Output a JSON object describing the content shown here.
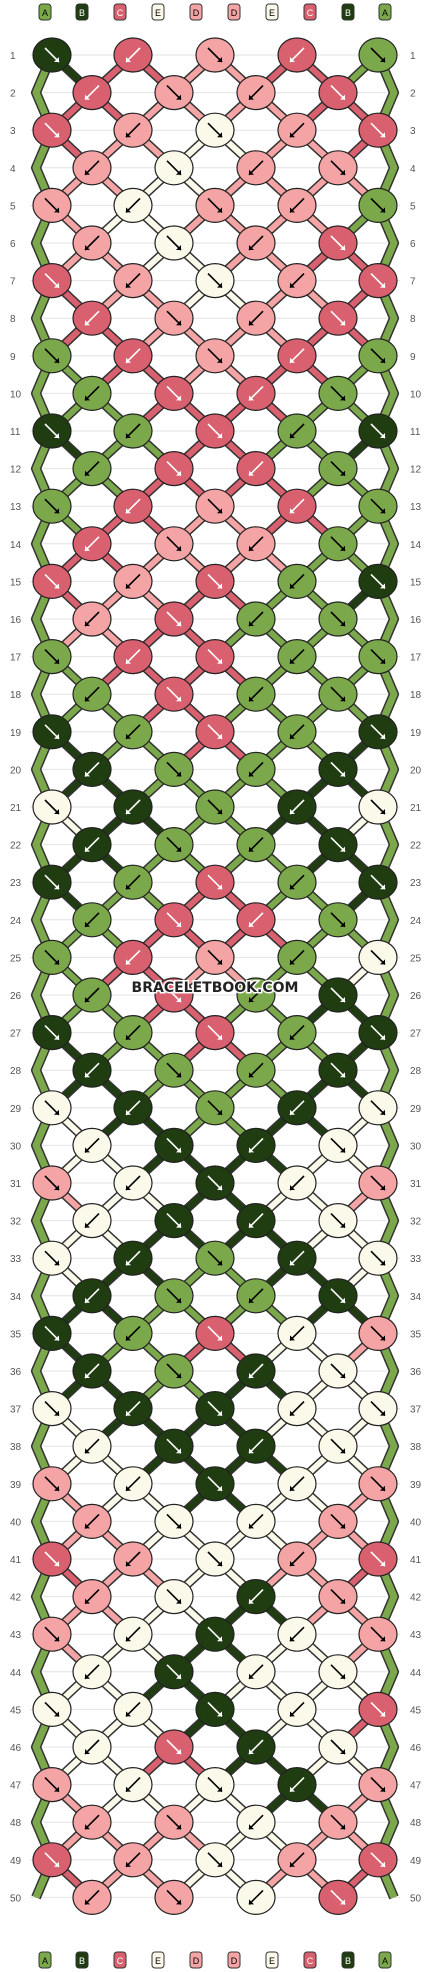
{
  "watermark": "BRACELETBOOK.COM",
  "colors": {
    "A": "#7ba84a",
    "B": "#1f3d10",
    "C": "#d9606f",
    "D": "#f4a4a4",
    "E": "#fbf9ea"
  },
  "strand_order": [
    "A",
    "B",
    "C",
    "E",
    "D",
    "D",
    "E",
    "C",
    "B",
    "A"
  ],
  "row_numbers": [
    "1",
    "2",
    "3",
    "4",
    "5",
    "6",
    "7",
    "8",
    "9",
    "10",
    "11",
    "12",
    "13",
    "14",
    "15",
    "16",
    "17",
    "18",
    "19",
    "20",
    "21",
    "22",
    "23",
    "24",
    "25",
    "26",
    "27",
    "28",
    "29",
    "30",
    "31",
    "32",
    "33",
    "34",
    "35",
    "36",
    "37",
    "38",
    "39",
    "40",
    "41",
    "42",
    "43",
    "44",
    "45",
    "46",
    "47",
    "48",
    "49",
    "50"
  ],
  "knot_rows": [
    [
      "B",
      "C",
      "D",
      "C",
      "A"
    ],
    [
      "C",
      "D",
      "D",
      "C"
    ],
    [
      "C",
      "D",
      "E",
      "D",
      "C"
    ],
    [
      "D",
      "E",
      "D",
      "D"
    ],
    [
      "D",
      "E",
      "D",
      "D",
      "A"
    ],
    [
      "D",
      "E",
      "D",
      "C"
    ],
    [
      "C",
      "D",
      "E",
      "D",
      "C"
    ],
    [
      "C",
      "D",
      "D",
      "C"
    ],
    [
      "A",
      "C",
      "D",
      "C",
      "A"
    ],
    [
      "A",
      "C",
      "C",
      "A"
    ],
    [
      "B",
      "A",
      "C",
      "A",
      "B"
    ],
    [
      "A",
      "C",
      "C",
      "A"
    ],
    [
      "A",
      "C",
      "D",
      "C",
      "A"
    ],
    [
      "C",
      "D",
      "D",
      "A"
    ],
    [
      "C",
      "D",
      "C",
      "A",
      "B"
    ],
    [
      "D",
      "C",
      "A",
      "A"
    ],
    [
      "A",
      "C",
      "C",
      "A",
      "A"
    ],
    [
      "A",
      "C",
      "A",
      "A"
    ],
    [
      "B",
      "A",
      "C",
      "A",
      "B"
    ],
    [
      "B",
      "A",
      "A",
      "B"
    ],
    [
      "E",
      "B",
      "A",
      "B",
      "E"
    ],
    [
      "B",
      "A",
      "A",
      "B"
    ],
    [
      "B",
      "A",
      "C",
      "A",
      "B"
    ],
    [
      "A",
      "C",
      "C",
      "A"
    ],
    [
      "A",
      "C",
      "D",
      "A",
      "E"
    ],
    [
      "A",
      "C",
      "A",
      "B"
    ],
    [
      "B",
      "A",
      "C",
      "A",
      "B"
    ],
    [
      "B",
      "A",
      "A",
      "B"
    ],
    [
      "E",
      "B",
      "A",
      "B",
      "E"
    ],
    [
      "E",
      "B",
      "B",
      "E"
    ],
    [
      "D",
      "E",
      "B",
      "E",
      "D"
    ],
    [
      "E",
      "B",
      "B",
      "E"
    ],
    [
      "E",
      "B",
      "A",
      "B",
      "E"
    ],
    [
      "B",
      "A",
      "A",
      "B"
    ],
    [
      "B",
      "A",
      "C",
      "E",
      "D"
    ],
    [
      "B",
      "A",
      "B",
      "E"
    ],
    [
      "E",
      "B",
      "B",
      "E",
      "E"
    ],
    [
      "E",
      "B",
      "B",
      "E"
    ],
    [
      "D",
      "E",
      "B",
      "E",
      "D"
    ],
    [
      "D",
      "E",
      "E",
      "D"
    ],
    [
      "C",
      "D",
      "E",
      "D",
      "C"
    ],
    [
      "D",
      "E",
      "B",
      "D"
    ],
    [
      "D",
      "E",
      "B",
      "E",
      "D"
    ],
    [
      "E",
      "B",
      "E",
      "E"
    ],
    [
      "E",
      "E",
      "B",
      "E",
      "C"
    ],
    [
      "E",
      "C",
      "B",
      "E"
    ],
    [
      "D",
      "E",
      "E",
      "B",
      "D"
    ],
    [
      "D",
      "D",
      "E",
      "D"
    ],
    [
      "C",
      "D",
      "E",
      "D",
      "C"
    ],
    [
      "D",
      "D",
      "E",
      "C"
    ]
  ]
}
